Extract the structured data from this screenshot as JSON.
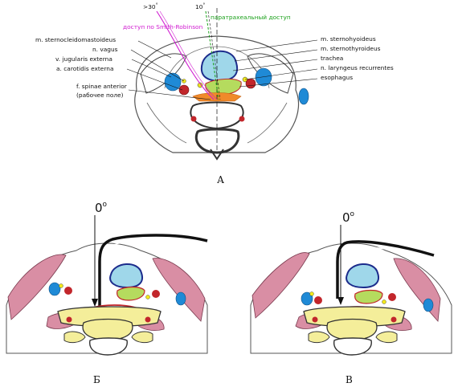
{
  "panel_a": {
    "letter": "А",
    "angle_30": ">30",
    "angle_10": "10",
    "degree": "°",
    "approach_smith": "доступ по Smith-Robinson",
    "approach_paratracheal": "паратрахеальный доступ",
    "labels_left": {
      "scm": "m. sternocleidomastoideus",
      "vagus": "n. vagus",
      "jugular": "v. jugularis externa",
      "carotid": "a. carotidis externa",
      "fascia": "f. spinae anterior",
      "fascia_note": "(рабочее поле)"
    },
    "labels_right": {
      "sternohyoid": "m. sternohyoideus",
      "sternothyroid": "m. sternothyroideus",
      "trachea": "trachea",
      "laryngeal": "n. laryngeus recurrentes",
      "esophagus": "esophagus"
    }
  },
  "panel_b": {
    "letter": "Б",
    "angle": "0",
    "degree": "o"
  },
  "panel_v": {
    "letter": "В",
    "angle": "0",
    "degree": "o"
  },
  "colors": {
    "trachea": "#9fd7ea",
    "trachea_outline": "#1c2c8c",
    "vein": "#1f8ad6",
    "artery": "#c2262b",
    "nerve": "#f2e81b",
    "muscle": "#d98ea4",
    "esophagus_green": "#b5db5e",
    "approach_magenta": "#d01ad0",
    "approach_green": "#1aa01a",
    "vertebra": "#f4ee9a"
  }
}
